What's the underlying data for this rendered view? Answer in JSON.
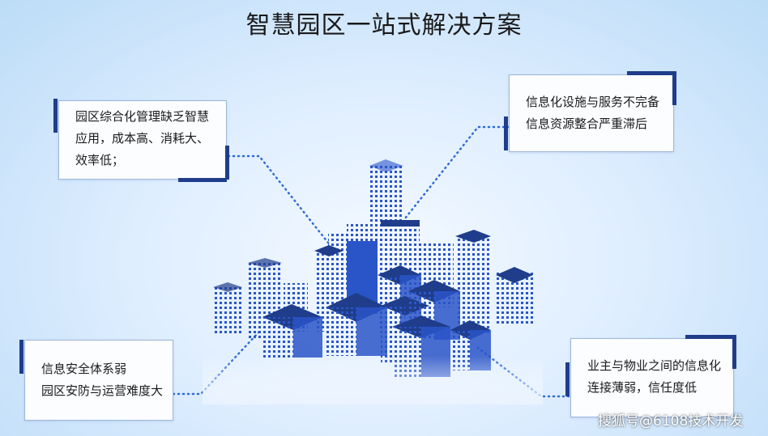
{
  "title": "智慧园区一站式解决方案",
  "cards": {
    "top_left": [
      "园区综合化管理缺乏智慧",
      "应用，成本高、消耗大、",
      "效率低；"
    ],
    "top_right": [
      "信息化设施与服务不完备",
      "信息资源整合严重滞后"
    ],
    "bottom_left": [
      "信息安全体系弱",
      "园区安防与运营难度大"
    ],
    "bottom_right": [
      "业主与物业之间的信息化",
      "连接薄弱，信任度低"
    ]
  },
  "watermark": "搜狐号@6108技术开发",
  "colors": {
    "accent": "#1f3d8a",
    "connector": "#2f6bd6",
    "building": "#2a55c8"
  }
}
